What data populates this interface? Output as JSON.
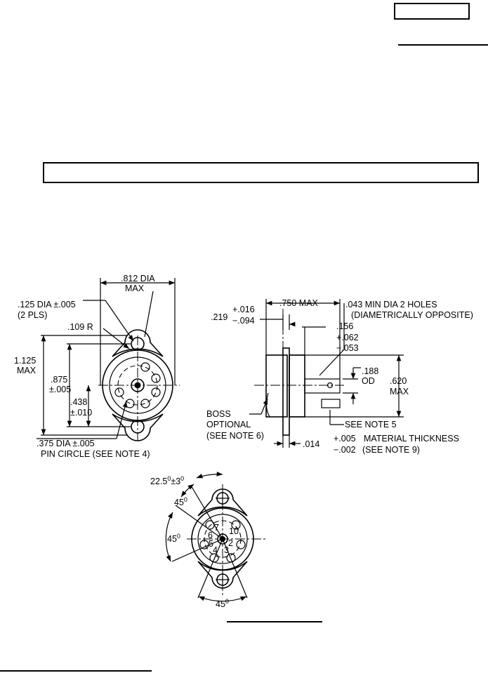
{
  "top_view": {
    "dia_812": ".812 DIA",
    "max_1": "MAX",
    "dia_125": ".125 DIA  ±.005",
    "pls": "(2 PLS)",
    "r_109": ".109 R",
    "h_1125": "1.125",
    "max_2": "MAX",
    "d_875": ".875",
    "tol_005": "±.005",
    "d_438": ".438",
    "tol_010": "±.010",
    "dia_375": ".375 DIA  ±.005",
    "pin_circle": "PIN CIRCLE (SEE NOTE 4)"
  },
  "side_view": {
    "max_750": ".750 MAX",
    "d_219": ".219",
    "tol_plus_016": "+.016",
    "tol_minus_094": "−.094",
    "holes_043": ".043 MIN DIA 2 HOLES",
    "diam_opp": "(DIAMETRICALLY OPPOSITE)",
    "d_156": ".156",
    "tol_plus_062": "+.062",
    "tol_minus_053": "−.053",
    "d_188": ".188",
    "od": "OD",
    "d_620": ".620",
    "max_3": "MAX",
    "boss": "BOSS",
    "optional": "OPTIONAL",
    "see_note6": "(SEE NOTE 6)",
    "see_note5": "SEE NOTE 5",
    "d_014": ".014",
    "tol_plus_005": "+.005",
    "material": "MATERIAL THICKNESS",
    "tol_minus_002": "−.002",
    "see_note9": "(SEE NOTE 9)"
  },
  "bottom_view": {
    "angle_225": "22.5",
    "angle_tol": "±3",
    "deg": "0",
    "angle_45a": "45",
    "angle_45b": "45",
    "angle_45c": "45",
    "pin_labels": [
      "1",
      "2",
      "3",
      "4",
      "5",
      "6",
      "7",
      "10"
    ]
  }
}
